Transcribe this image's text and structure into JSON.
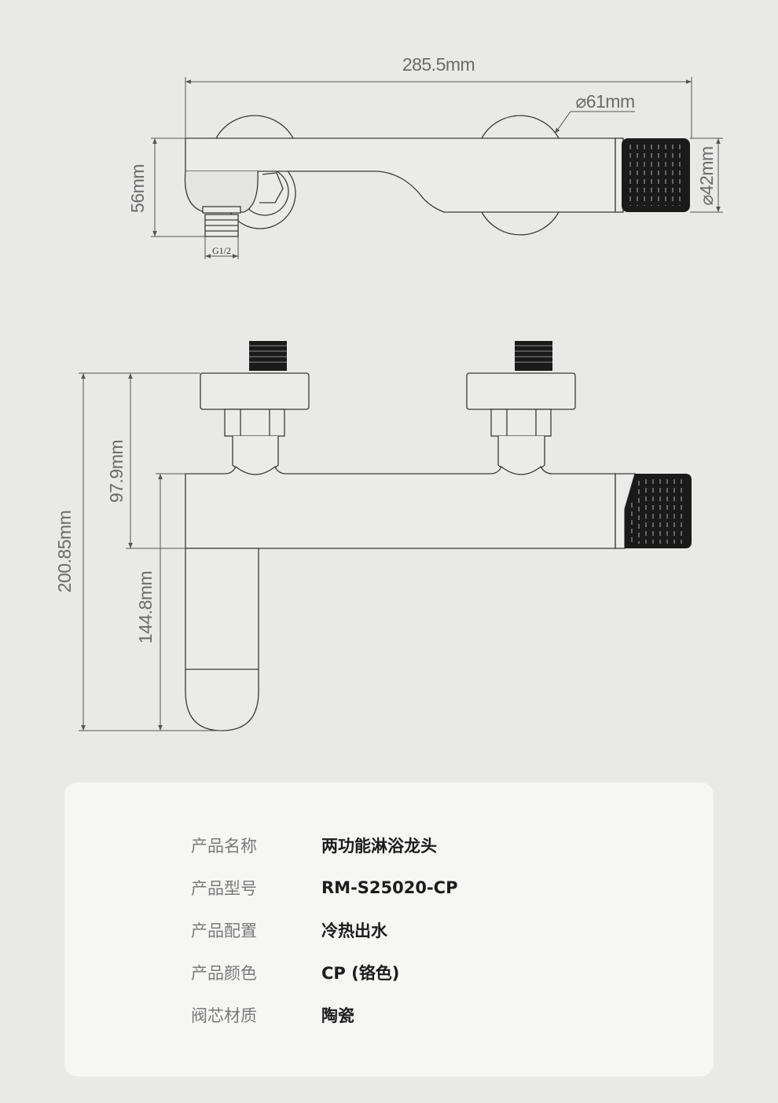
{
  "dimensions": {
    "total_width": "285.5mm",
    "flange_diameter": "⌀61mm",
    "handle_diameter": "⌀42mm",
    "body_height_top_view": "56mm",
    "thread_size": "G1/2",
    "total_height": "200.85mm",
    "inlet_height": "97.9mm",
    "spout_height": "144.8mm"
  },
  "specs": [
    {
      "label": "产品名称",
      "value": "两功能淋浴龙头"
    },
    {
      "label": "产品型号",
      "value": "RM-S25020-CP"
    },
    {
      "label": "产品配置",
      "value": "冷热出水"
    },
    {
      "label": "产品颜色",
      "value": "CP (铬色)"
    },
    {
      "label": "阀芯材质",
      "value": "陶瓷"
    }
  ],
  "colors": {
    "background": "#e9e9e8",
    "card": "#f6f6f5",
    "line": "#3a3a3a",
    "dim_line": "#555555",
    "knurl": "#1a1a1a"
  }
}
